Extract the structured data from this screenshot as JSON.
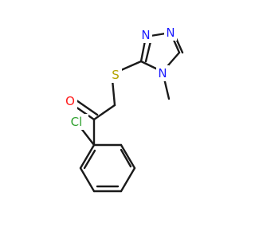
{
  "molecule": {
    "atoms": [
      {
        "id": "Cl",
        "label": "Cl",
        "color": "#2fa12f"
      },
      {
        "id": "O",
        "label": "O",
        "color": "#ff1a1a"
      },
      {
        "id": "S",
        "label": "S",
        "color": "#b3a400"
      },
      {
        "id": "N1",
        "label": "N",
        "color": "#1a1aff"
      },
      {
        "id": "N2",
        "label": "N",
        "color": "#1a1aff"
      },
      {
        "id": "N3",
        "label": "N",
        "color": "#1a1aff"
      }
    ],
    "bond_color": "#1a1a1a",
    "background": "#ffffff"
  }
}
